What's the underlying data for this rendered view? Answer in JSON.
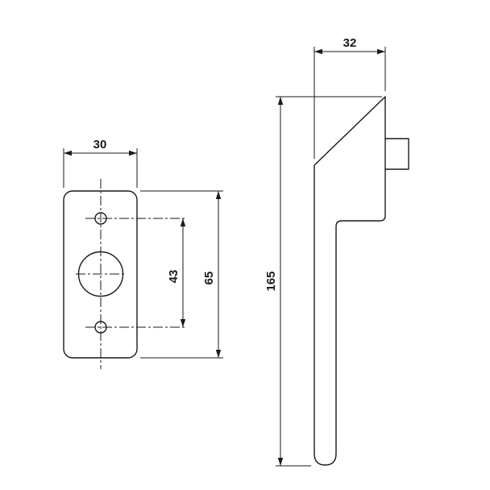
{
  "drawing": {
    "front_view": {
      "dim_width": "30",
      "dim_hole_spacing": "43",
      "dim_height": "65"
    },
    "side_view": {
      "dim_depth": "32",
      "dim_length": "165"
    }
  },
  "colors": {
    "line": "#1a1a1a",
    "background": "#ffffff"
  }
}
